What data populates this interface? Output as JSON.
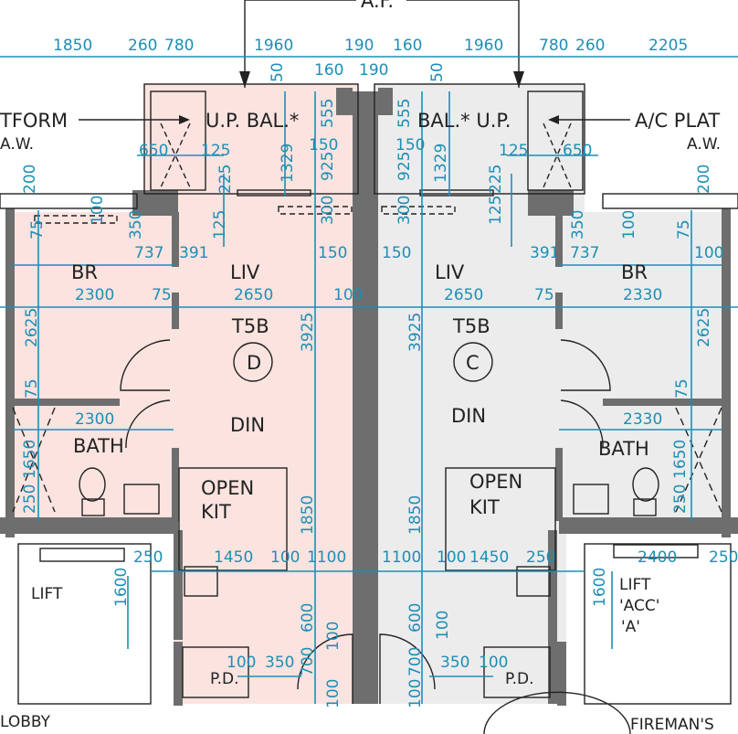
{
  "top_label": "A.F.",
  "units": [
    {
      "name": "T5B",
      "letter": "D",
      "fill": "#fbe3df"
    },
    {
      "name": "T5B",
      "letter": "C",
      "fill": "#ececec"
    }
  ],
  "rooms": {
    "br": "BR",
    "liv": "LIV",
    "din": "DIN",
    "bath": "BATH",
    "open": "OPEN",
    "kit": "KIT",
    "up_bal": "U.P.  BAL.*",
    "bal_up": "BAL.* U.P.",
    "pd": "P.D.",
    "lift": "LIFT",
    "lift_acc": "'ACC'",
    "lift_a": "'A'",
    "lobby": "LOBBY",
    "firemans": "FIREMAN'S",
    "platform_left": "TFORM",
    "platform_right": "A/C PLAT",
    "aw": "A.W."
  },
  "top_dimensions": [
    "1850",
    "260",
    "780",
    "1960",
    "190",
    "160",
    "1960",
    "780",
    "260",
    "2205",
    "160",
    "190"
  ],
  "left_dims": [
    "50",
    "555",
    "150",
    "925",
    "1329",
    "650",
    "125",
    "225",
    "200",
    "100",
    "350",
    "125",
    "300",
    "75",
    "737",
    "391",
    "150",
    "2300",
    "75",
    "100",
    "2625",
    "3925",
    "2650",
    "75",
    "2300",
    "1650",
    "250",
    "1850",
    "1450",
    "100",
    "1100",
    "250",
    "1600",
    "600",
    "100",
    "700",
    "100",
    "350",
    "100"
  ],
  "right_dims": [
    "50",
    "555",
    "150",
    "925",
    "1329",
    "125",
    "650",
    "225",
    "200",
    "100",
    "350",
    "125",
    "300",
    "75",
    "391",
    "737",
    "150",
    "2330",
    "75",
    "100",
    "2625",
    "3925",
    "2650",
    "75",
    "2330",
    "1650",
    "250",
    "1850",
    "1450",
    "100",
    "1100",
    "250",
    "1600",
    "2400",
    "250",
    "600",
    "100",
    "700",
    "100",
    "350",
    "100"
  ],
  "colors": {
    "dimension": "#1c8fb5",
    "wall": "#6e6e6e",
    "text": "#222222"
  }
}
